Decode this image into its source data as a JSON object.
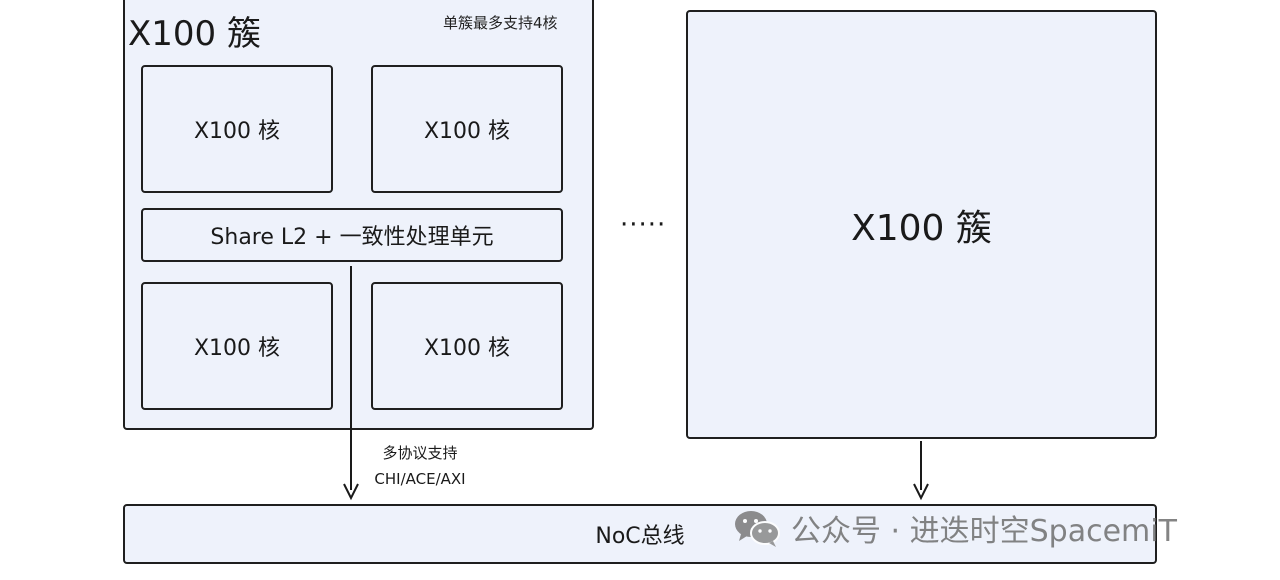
{
  "cluster_left": {
    "title": "X100 簇",
    "note": "单簇最多支持4核",
    "cores": [
      "X100 核",
      "X100 核",
      "X100 核",
      "X100 核"
    ],
    "l2_unit": "Share L2 + 一致性处理单元"
  },
  "ellipsis": "·····",
  "cluster_right": {
    "title": "X100 簇"
  },
  "protocol": {
    "line1": "多协议支持",
    "line2": "CHI/ACE/AXI"
  },
  "noc": {
    "label": "NoC总线"
  },
  "watermark": {
    "text": "公众号 · 进迭时空SpacemiT",
    "icon": "wechat-icon"
  }
}
